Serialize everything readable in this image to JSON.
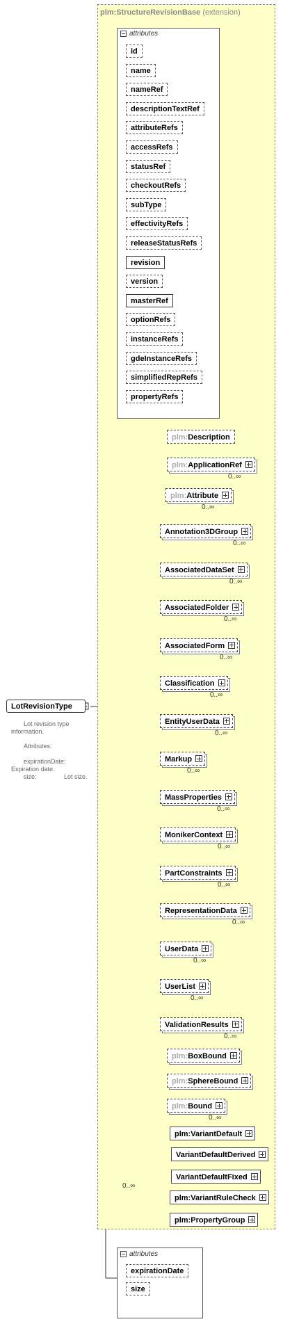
{
  "diagram": {
    "root": {
      "label": "LotRevisionType"
    },
    "extension": {
      "base_label": "plm:StructureRevisionBase",
      "tag": "(extension)"
    },
    "base_attributes_header": "attributes",
    "base_attributes": [
      {
        "label": "id"
      },
      {
        "label": "name"
      },
      {
        "label": "nameRef"
      },
      {
        "label": "descriptionTextRef"
      },
      {
        "label": "attributeRefs"
      },
      {
        "label": "accessRefs"
      },
      {
        "label": "statusRef"
      },
      {
        "label": "checkoutRefs"
      },
      {
        "label": "subType"
      },
      {
        "label": "effectivityRefs"
      },
      {
        "label": "releaseStatusRefs"
      },
      {
        "label": "revision"
      },
      {
        "label": "version"
      },
      {
        "label": "masterRef"
      },
      {
        "label": "optionRefs"
      },
      {
        "label": "instanceRefs"
      },
      {
        "label": "gdeInstanceRefs"
      },
      {
        "label": "simplifiedRepRefs"
      },
      {
        "label": "propertyRefs"
      }
    ],
    "seq1": [
      {
        "prefix": "plm:",
        "label": "Description"
      },
      {
        "prefix": "plm:",
        "label": "ApplicationRef",
        "mult": "0..∞"
      }
    ],
    "seq2_head": {
      "prefix": "plm:",
      "label": "Attribute",
      "mult": "0..∞"
    },
    "seq2_items": [
      {
        "label": "Annotation3DGroup",
        "mult": "0..∞"
      },
      {
        "label": "AssociatedDataSet",
        "mult": "0..∞"
      },
      {
        "label": "AssociatedFolder",
        "mult": "0..∞"
      },
      {
        "label": "AssociatedForm",
        "mult": "0..∞"
      },
      {
        "label": "Classification",
        "mult": "0..∞"
      },
      {
        "label": "EntityUserData",
        "mult": "0..∞"
      },
      {
        "label": "Markup",
        "mult": "0..∞"
      },
      {
        "label": "MassProperties",
        "mult": "0..∞"
      },
      {
        "label": "MonikerContext",
        "mult": "0..∞"
      },
      {
        "label": "PartConstraints",
        "mult": "0..∞"
      },
      {
        "label": "RepresentationData",
        "mult": "0..∞"
      },
      {
        "label": "UserData",
        "mult": "0..∞"
      },
      {
        "label": "UserList",
        "mult": "0..∞"
      },
      {
        "label": "ValidationResults",
        "mult": "0..∞"
      }
    ],
    "seq3": [
      {
        "prefix": "plm:",
        "label": "BoxBound"
      },
      {
        "prefix": "plm:",
        "label": "SphereBound"
      },
      {
        "prefix": "plm:",
        "label": "Bound",
        "mult": "0..∞"
      }
    ],
    "choice_mult": "0..∞",
    "choice_items": [
      {
        "prefix": "plm:",
        "label": "VariantDefault"
      },
      {
        "label": "VariantDefaultDerived"
      },
      {
        "label": "VariantDefaultFixed"
      },
      {
        "prefix": "plm:",
        "label": "VariantRuleCheck"
      },
      {
        "prefix": "plm:",
        "label": "PropertyGroup"
      }
    ],
    "own_attributes_header": "attributes",
    "own_attributes": [
      {
        "label": "expirationDate"
      },
      {
        "label": "size"
      }
    ],
    "documentation": {
      "line1": "Lot revision type",
      "line2": "information.",
      "line3": "Attributes:",
      "line4": "expirationDate:",
      "line5": "Expiration date.",
      "line6": "size:",
      "line7": "Lot size."
    }
  }
}
